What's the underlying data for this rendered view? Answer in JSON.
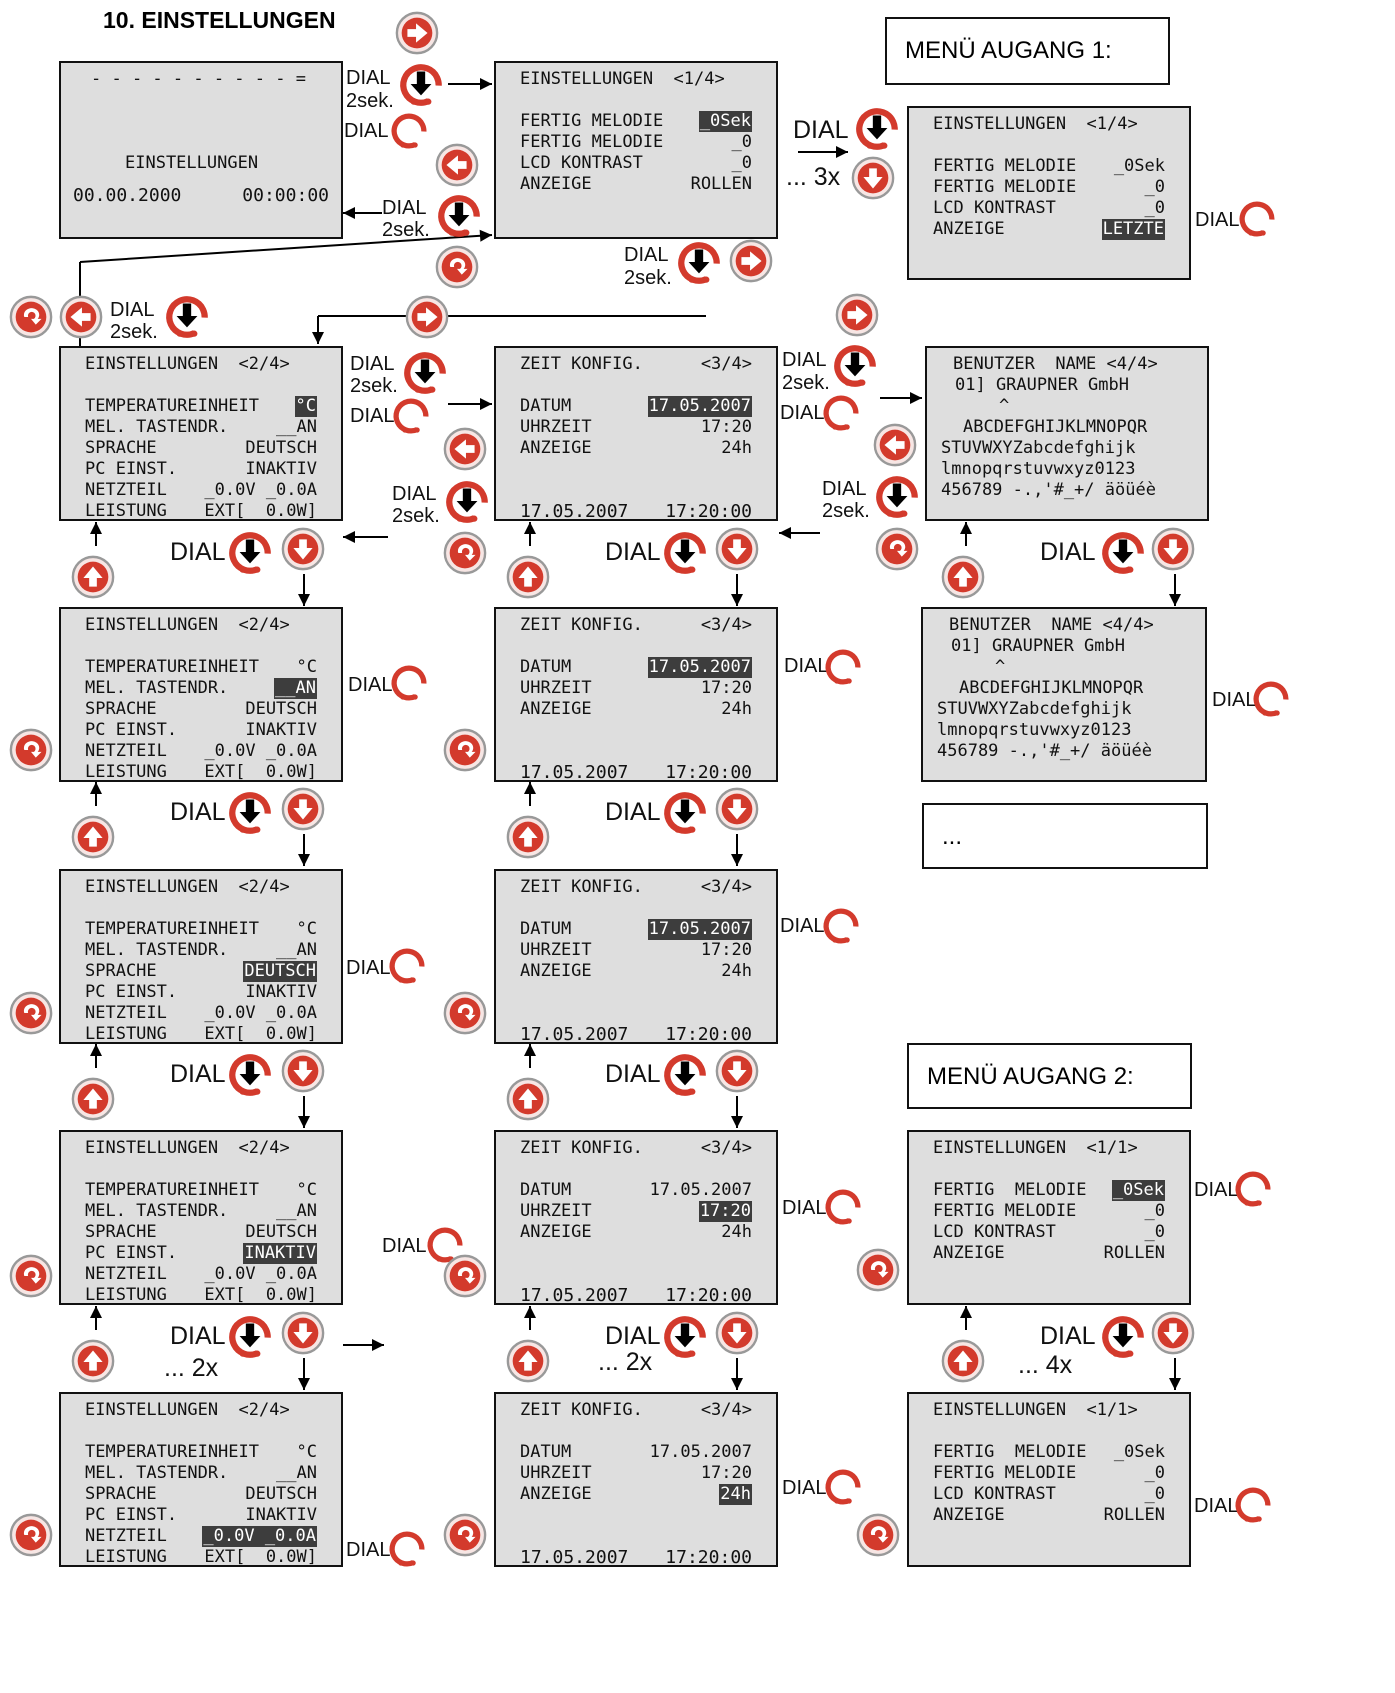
{
  "heading": "10. EINSTELLUNGEN",
  "labels": {
    "dial": "DIAL",
    "twosec": "2sek.",
    "x3": "... 3x",
    "x2": "... 2x",
    "x4": "... 4x"
  },
  "notes": {
    "out1": "MENÜ AUGANG 1:",
    "out2": "MENÜ AUGANG 2:",
    "dots": "..."
  },
  "icons": {
    "right": "arrow-right-icon",
    "left": "arrow-left-icon",
    "up": "arrow-up-icon",
    "down": "arrow-down-icon",
    "dial_press": "dial-press-icon",
    "dial_turn": "dial-turn-icon",
    "back": "back-icon"
  },
  "colors": {
    "accent": "#d33a2c",
    "lcd_bg": "#dedede",
    "highlight": "#3d3d3d"
  },
  "screens": {
    "main": {
      "dashes": "- - - - - - - - - - =",
      "label": "EINSTELLUNGEN",
      "date": "00.00.2000",
      "time": "00:00:00"
    },
    "p1": {
      "head": "EINSTELLUNGEN  <1/4>",
      "rows": [
        {
          "k": "FERTIG MELODIE",
          "v": "_0Sek"
        },
        {
          "k": "FERTIG MELODIE",
          "v": "_0"
        },
        {
          "k": "LCD KONTRAST",
          "v": "_0"
        },
        {
          "k": "ANZEIGE",
          "v": "ROLLEN"
        }
      ]
    },
    "p1b": {
      "head": "EINSTELLUNGEN  <1/4>",
      "rows": [
        {
          "k": "FERTIG MELODIE",
          "v": "_0Sek"
        },
        {
          "k": "FERTIG MELODIE",
          "v": "_0"
        },
        {
          "k": "LCD KONTRAST",
          "v": "_0"
        },
        {
          "k": "ANZEIGE",
          "v": "LETZTE"
        }
      ]
    },
    "p2": {
      "head": "EINSTELLUNGEN  <2/4>",
      "rows": [
        {
          "k": "TEMPERATUREINHEIT",
          "v": "°C"
        },
        {
          "k": "MEL. TASTENDR.",
          "v": "__AN"
        },
        {
          "k": "SPRACHE",
          "v": "DEUTSCH"
        },
        {
          "k": "PC EINST.",
          "v": "INAKTIV"
        },
        {
          "k": "NETZTEIL",
          "v": "_0.0V _0.0A"
        },
        {
          "k": "LEISTUNG",
          "v": "EXT[__0.0W]"
        }
      ]
    },
    "p3": {
      "head": "ZEIT KONFIG.",
      "page": "<3/4>",
      "rows": [
        {
          "k": "DATUM",
          "v": "17.05.2007"
        },
        {
          "k": "UHRZEIT",
          "v": "17:20"
        },
        {
          "k": "ANZEIGE",
          "v": "24h"
        }
      ],
      "date": "17.05.2007",
      "time": "17:20:00"
    },
    "p4": {
      "head": "BENUTZER  NAME <4/4>",
      "name": "01] GRAUPNER GmbH",
      "caret": "^",
      "chars": [
        "ABCDEFGHIJKLMNOPQR",
        "STUVWXYZabcdefghijk",
        "lmnopqrstuvwxyz0123",
        "456789 -.,'#_+/ äöüéè"
      ]
    },
    "o2": {
      "head": "EINSTELLUNGEN  <1/1>",
      "rows": [
        {
          "k": "FERTIG  MELODIE",
          "v": "_0Sek"
        },
        {
          "k": "FERTIG MELODIE",
          "v": "_0"
        },
        {
          "k": "LCD KONTRAST",
          "v": "_0"
        },
        {
          "k": "ANZEIGE",
          "v": "ROLLEN"
        }
      ]
    }
  }
}
